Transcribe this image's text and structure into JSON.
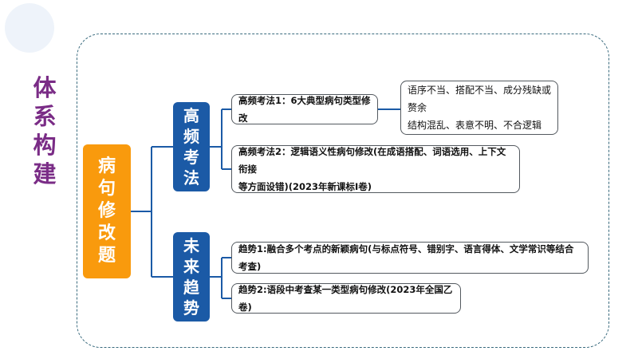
{
  "side_title": [
    "体",
    "系",
    "构",
    "建"
  ],
  "root": [
    "病",
    "句",
    "修",
    "改",
    "题"
  ],
  "branches": [
    {
      "chars": [
        "高",
        "频",
        "考",
        "法"
      ]
    },
    {
      "chars": [
        "未",
        "来",
        "趋",
        "势"
      ]
    }
  ],
  "leaves": {
    "l1": "高频考法1：6大典型病句类型修改",
    "l2a": "高频考法2：逻辑语义性病句修改(在成语搭配、词语选用、上下文衔接",
    "l2b": "等方面设错)(2023年新课标I卷)",
    "l3": "趋势1:融合多个考点的新颖病句(与标点符号、错别字、语言得体、文学常识等结合考查)",
    "l4": "趋势2:语段中考查某一类型病句修改(2023年全国乙卷)",
    "detail_a": "语序不当、搭配不当、成分残缺或赘余",
    "detail_b": "结构混乱、表意不明、不合逻辑"
  },
  "colors": {
    "root": "#f99a0d",
    "branch": "#1b5aa6",
    "title": "#7a2c86",
    "frame": "#3a6b7e"
  }
}
